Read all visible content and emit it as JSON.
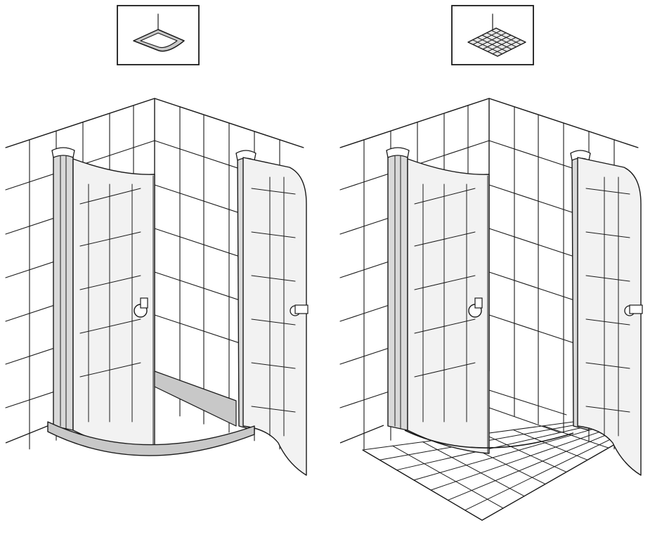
{
  "diagram": {
    "panels": [
      {
        "id": "shower-tray",
        "base": "tray",
        "icon": "shower-tray-icon"
      },
      {
        "id": "tiled-floor",
        "base": "tiles",
        "icon": "tiled-floor-icon"
      }
    ],
    "colors": {
      "line": "#1a1a1a",
      "glass": "#f2f2f2",
      "frame": "#d9d9d9",
      "tray": "#c8c8c8",
      "floor_tile": "#e6e6e6"
    }
  }
}
